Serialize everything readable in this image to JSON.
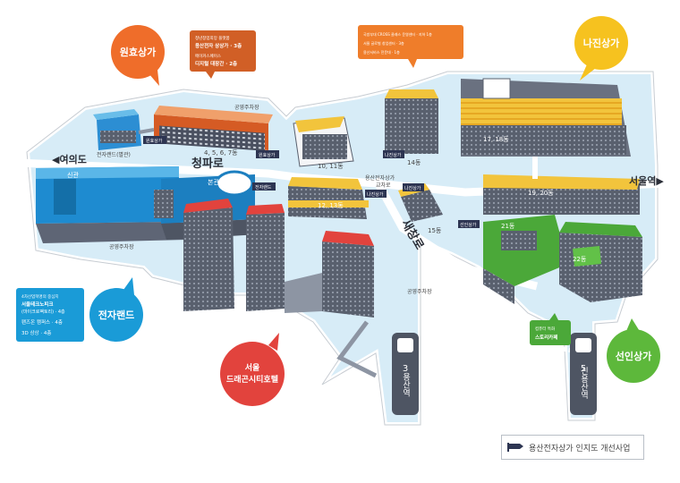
{
  "districts": {
    "wonhyo": {
      "label": "원효상가",
      "color": "#ef6d2a"
    },
    "najin": {
      "label": "나진상가",
      "color": "#f6c21f"
    },
    "jeonja": {
      "label": "전자랜드",
      "color": "#1a9bd7"
    },
    "seonin": {
      "label": "선인상가",
      "color": "#5db83b"
    },
    "dragon": {
      "label_line1": "서울",
      "label_line2": "드래곤시티호텔",
      "color": "#e2433d"
    }
  },
  "info_boxes": {
    "wonhyo": {
      "lines": [
        {
          "text": "청년창업희망 플랫폼",
          "small": true
        },
        {
          "text": "용산전자 상상가 · 3층",
          "small": false
        },
        {
          "text": "메이커스페이스",
          "small": true
        },
        {
          "text": "디지털 대장간 · 2층",
          "small": false
        }
      ]
    },
    "najin": {
      "lines": [
        {
          "text": "국방부대 CROSS 클래스 운영센터 · 지하 1층"
        },
        {
          "text": "서울 글로벌 창업센터 · 3층"
        },
        {
          "text": "용산서비스 전문대 · 1층"
        }
      ]
    },
    "jeonja": {
      "lines": [
        {
          "text": "4차산업혁명의 중심지",
          "small": true
        },
        {
          "text": "서울테크노피크",
          "small": false
        },
        {
          "text": "(마이크로팩토리) · 4층",
          "small": false
        },
        {
          "text": "팬즈온 캠퍼스 · 4층",
          "small": false
        },
        {
          "text": "3D 상상 · 4층",
          "small": false
        }
      ]
    },
    "seonin": {
      "lines": [
        {
          "text": "컴퓨터 특화",
          "small": true
        },
        {
          "text": "스토리카페",
          "small": false
        }
      ]
    }
  },
  "roads": {
    "cheongpa": "청파로",
    "saechang": "새창로",
    "yeouido": "◀여의도",
    "seoulstation": "서울역▶"
  },
  "labels": {
    "electroland_wing": "전자랜드(별관)",
    "annex_sign": "원효상가",
    "parking_top": "공영주차장",
    "b4567": "4, 5, 6, 7동",
    "parking_sign": "원효상가",
    "b1011": "10, 11동",
    "b14": "14동",
    "najin_sign": "나진상가",
    "b1718": "17, 18동",
    "main_hall": "신관",
    "bongwan": "본관",
    "electro_sign": "전자랜드",
    "b1213": "12, 13동",
    "crossing": "용산전자상가",
    "crossing2": "교차로",
    "najin_sign2": "나진상가",
    "najin_sign3": "나진상가",
    "b15": "15동",
    "b1920": "19, 20동",
    "b21": "21동",
    "b22": "22동",
    "seonin_sign": "선인상가",
    "parking_left": "공영주차장",
    "parking_mid": "공영주차장"
  },
  "stations": {
    "line3": {
      "num": "3",
      "name": "용산역"
    },
    "line5": {
      "num": "5",
      "name": "신용산역"
    }
  },
  "legend": {
    "label": "용산전자상가 인지도 개선사업"
  }
}
